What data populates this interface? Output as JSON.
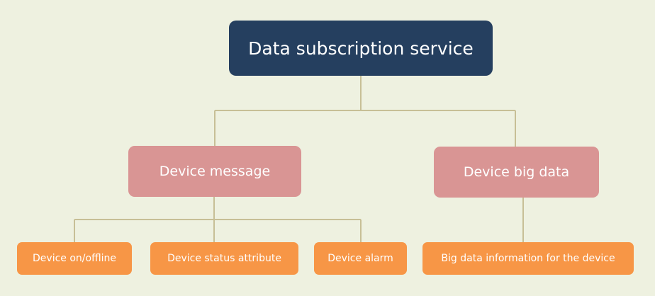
{
  "diagram": {
    "root": {
      "label": "Data subscription service"
    },
    "children": [
      {
        "label": "Device message",
        "children": [
          {
            "label": "Device on/offline"
          },
          {
            "label": "Device status attribute"
          },
          {
            "label": "Device alarm"
          }
        ]
      },
      {
        "label": "Device big data",
        "children": [
          {
            "label": "Big data information for the device"
          }
        ]
      }
    ]
  },
  "colors": {
    "background": "#eef1e0",
    "root_fill": "#253f5f",
    "mid_fill": "#d99594",
    "leaf_fill": "#f79646",
    "connector": "#c7bf96",
    "text": "#ffffff"
  }
}
